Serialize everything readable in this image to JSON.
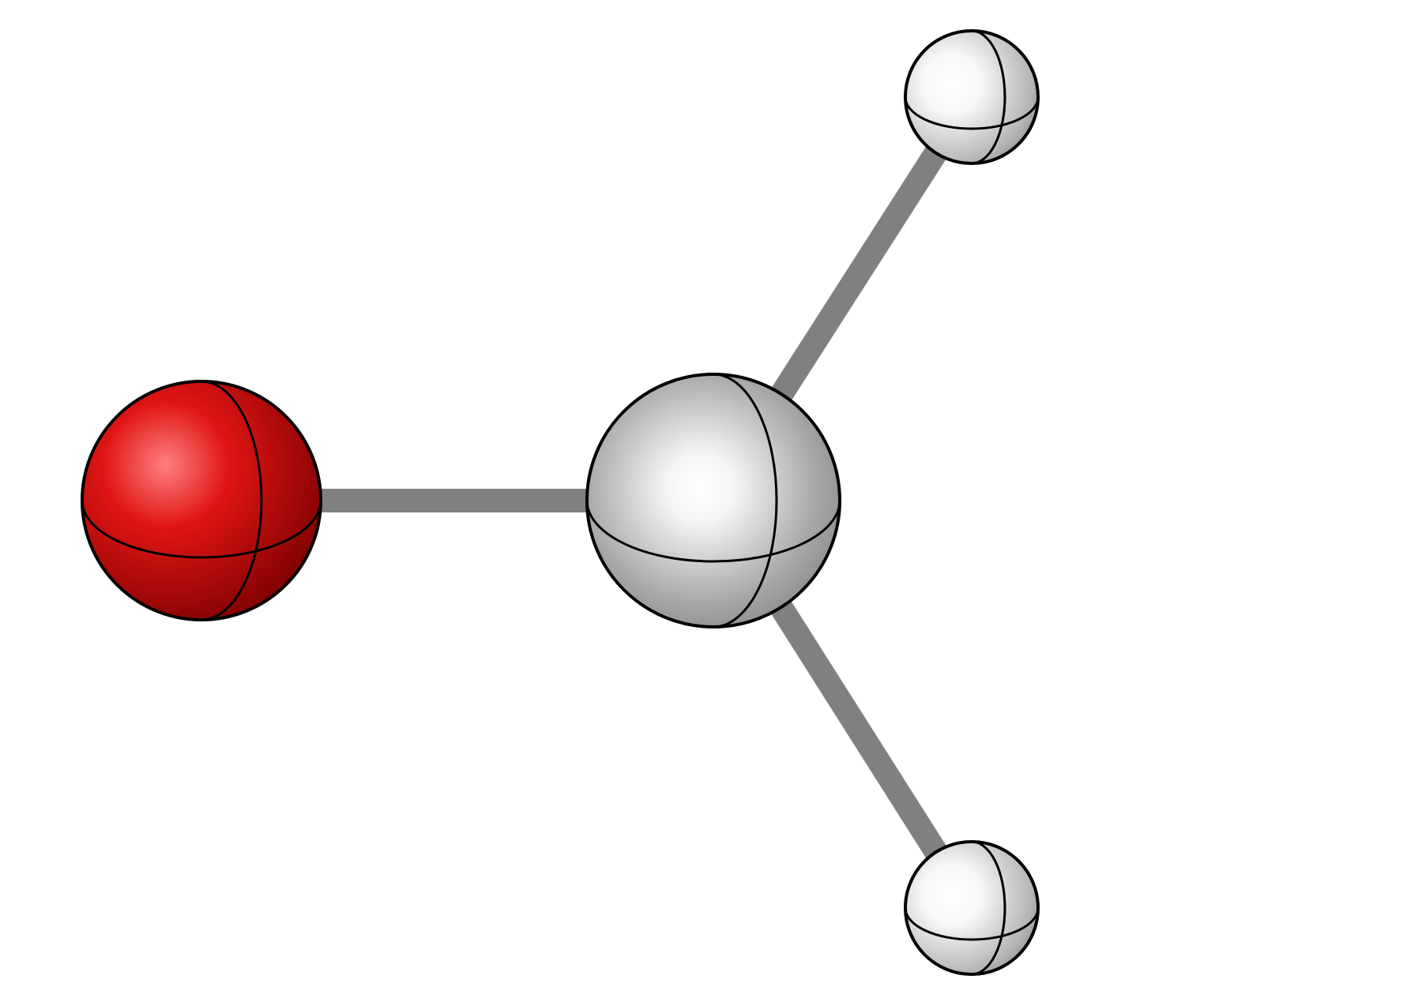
{
  "molecule": {
    "atoms": [
      {
        "id": "O1",
        "element": "O",
        "color": "#cc0000"
      },
      {
        "id": "C1",
        "element": "C",
        "color": "#b8b8b8"
      },
      {
        "id": "H1",
        "element": "H",
        "color": "#e8e8e8"
      },
      {
        "id": "H2",
        "element": "H",
        "color": "#e8e8e8"
      }
    ],
    "bonds": [
      {
        "from": "O1",
        "to": "C1"
      },
      {
        "from": "C1",
        "to": "H1"
      },
      {
        "from": "C1",
        "to": "H2"
      }
    ],
    "bond_color": "#808080"
  }
}
